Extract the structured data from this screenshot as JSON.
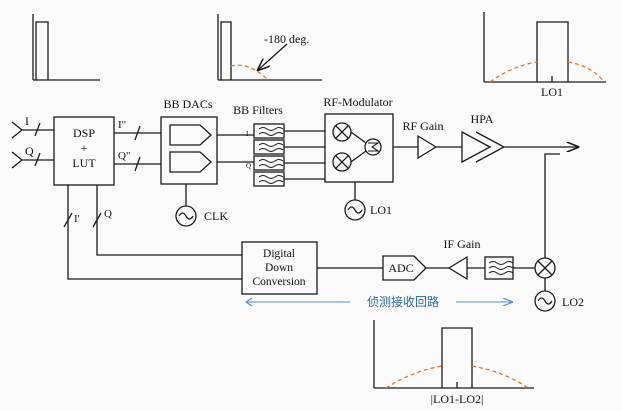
{
  "labels": {
    "i_in": "I",
    "q_in": "Q",
    "dsp_line1": "DSP",
    "dsp_line2": "+",
    "dsp_line3": "LUT",
    "i_out": "I\"",
    "q_out": "Q\"",
    "i_fb": "I'",
    "q_fb": "Q",
    "bb_dacs": "BB DACs",
    "bb_filters": "BB Filters",
    "rf_modulator": "RF-Modulator",
    "rf_gain": "RF Gain",
    "hpa": "HPA",
    "clk": "CLK",
    "lo1_source": "LO1",
    "lo2_source": "LO2",
    "if_gain": "IF Gain",
    "adc": "ADC",
    "ddc_line1": "Digital",
    "ddc_line2": "Down",
    "ddc_line3": "Conversion",
    "feedback_path": "侦测接收回路",
    "phase_note": "-180 deg.",
    "spectrum_lo1": "LO1",
    "spectrum_lo1_lo2": "|LO1-LO2|",
    "filter_i": "I",
    "filter_q": "Q"
  },
  "colors": {
    "line": "#1a1a1a",
    "spectrum_dash": "#e07a30",
    "feedback_arrow": "#5b8fc7",
    "feedback_text": "#2a6aa8"
  }
}
